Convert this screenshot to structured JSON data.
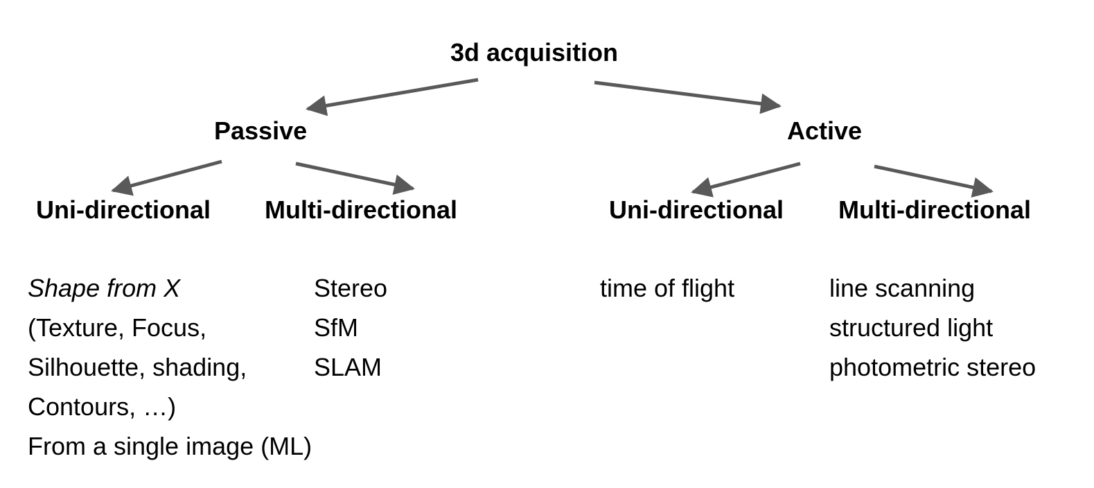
{
  "root": {
    "label": "3d acquisition"
  },
  "passive": {
    "label": "Passive",
    "uni": {
      "label": "Uni-directional",
      "items": [
        "Shape from X",
        "(Texture, Focus,",
        "Silhouette, shading,",
        "Contours, …)",
        "From a single image (ML)"
      ]
    },
    "multi": {
      "label": "Multi-directional",
      "items": [
        "Stereo",
        "SfM",
        "SLAM"
      ]
    }
  },
  "active": {
    "label": "Active",
    "uni": {
      "label": "Uni-directional",
      "items": [
        "time of flight"
      ]
    },
    "multi": {
      "label": "Multi-directional",
      "items": [
        "line scanning",
        "structured light",
        "photometric stereo"
      ]
    }
  },
  "colors": {
    "arrow": "#595959",
    "text": "#000000"
  }
}
